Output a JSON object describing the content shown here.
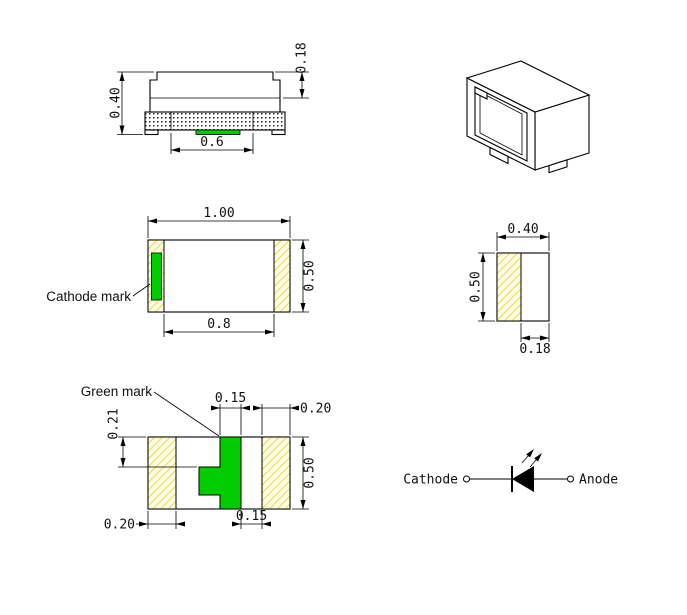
{
  "colors": {
    "green_mark": "#00cc00",
    "hatch_line": "#ddd126",
    "hatch_bg": "#fefbe4"
  },
  "side_view": {
    "dim_height": "0.40",
    "dim_top": "0.18",
    "dim_window": "0.6"
  },
  "top_view": {
    "dim_length": "1.00",
    "dim_width": "0.50",
    "dim_inner": "0.8",
    "cathode_label": "Cathode mark"
  },
  "end_view": {
    "dim_width": "0.40",
    "dim_height": "0.50",
    "dim_terminal": "0.18"
  },
  "bottom_view": {
    "green_label": "Green mark",
    "dim_mark_width": "0.15",
    "dim_pad_top": "0.20",
    "dim_step": "0.21",
    "dim_width": "0.50",
    "dim_pad_bottom": "0.20",
    "dim_gap": "0.15"
  },
  "symbol": {
    "cathode_label": "Cathode",
    "anode_label": "Anode"
  }
}
